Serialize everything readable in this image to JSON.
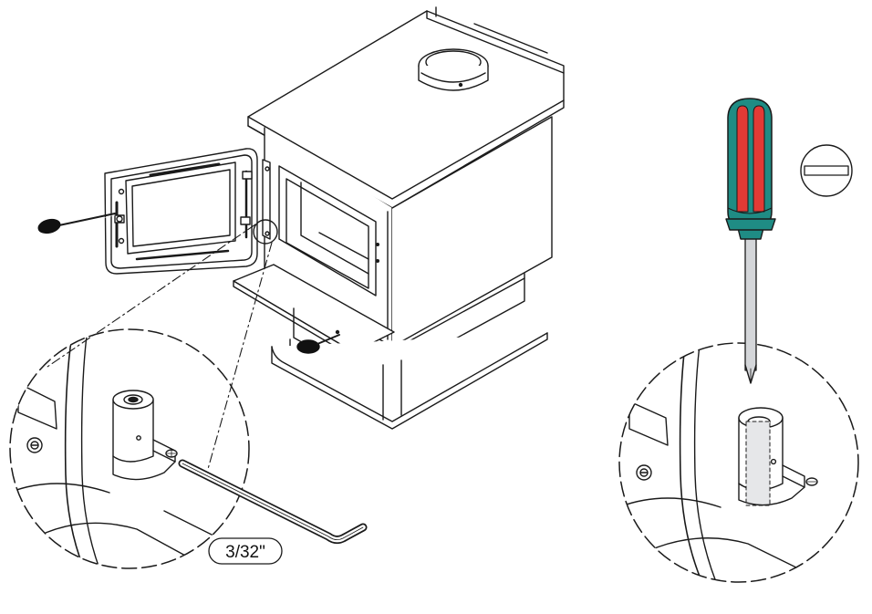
{
  "diagram": {
    "callouts": {
      "hex_key_size": "3/32\""
    },
    "parts": {
      "stove": "wood-stove",
      "door": "glass-door",
      "hex_key": "allen-wrench",
      "screwdriver": "flat-head-screwdriver",
      "slot_symbol": "flat-slot-icon"
    },
    "colors": {
      "line": "#1a1a1a",
      "screwdriver_handle": "#1f8c84",
      "screwdriver_stripe": "#e23a35",
      "screwdriver_shaft": "#d4d6d9",
      "knob": "#111111"
    }
  }
}
